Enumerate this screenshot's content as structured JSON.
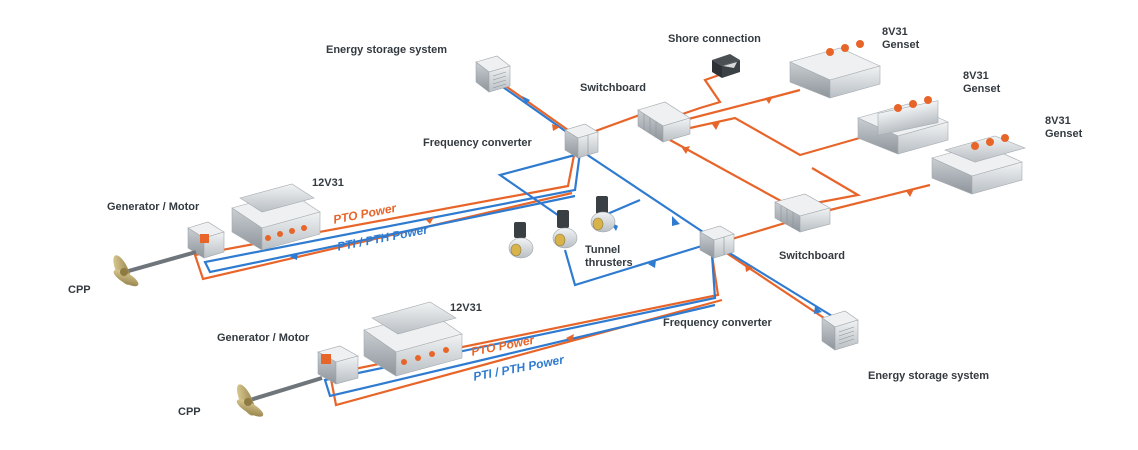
{
  "labels": {
    "energy_storage_top": "Energy storage system",
    "shore_connection": "Shore connection",
    "switchboard_top": "Switchboard",
    "frequency_converter_top": "Frequency converter",
    "genset_1_model": "8V31",
    "genset_1_type": "Genset",
    "genset_2_model": "8V31",
    "genset_2_type": "Genset",
    "genset_3_model": "8V31",
    "genset_3_type": "Genset",
    "engine_top": "12V31",
    "generator_motor_top": "Generator / Motor",
    "cpp_top": "CPP",
    "tunnel_thrusters": "Tunnel\nthrusters",
    "switchboard_bottom": "Switchboard",
    "frequency_converter_bottom": "Frequency converter",
    "engine_bottom": "12V31",
    "generator_motor_bottom": "Generator / Motor",
    "cpp_bottom": "CPP",
    "energy_storage_bottom": "Energy storage system"
  },
  "power_flows": {
    "top_pto": "PTO Power",
    "top_pti": "PTI / PTH Power",
    "bottom_pto": "PTO Power",
    "bottom_pti": "PTI / PTH Power"
  },
  "colors": {
    "pto_line": "#e8652a",
    "pti_line": "#2f7bd0",
    "equipment": "#d9dde0",
    "accent": "#e8652a"
  }
}
